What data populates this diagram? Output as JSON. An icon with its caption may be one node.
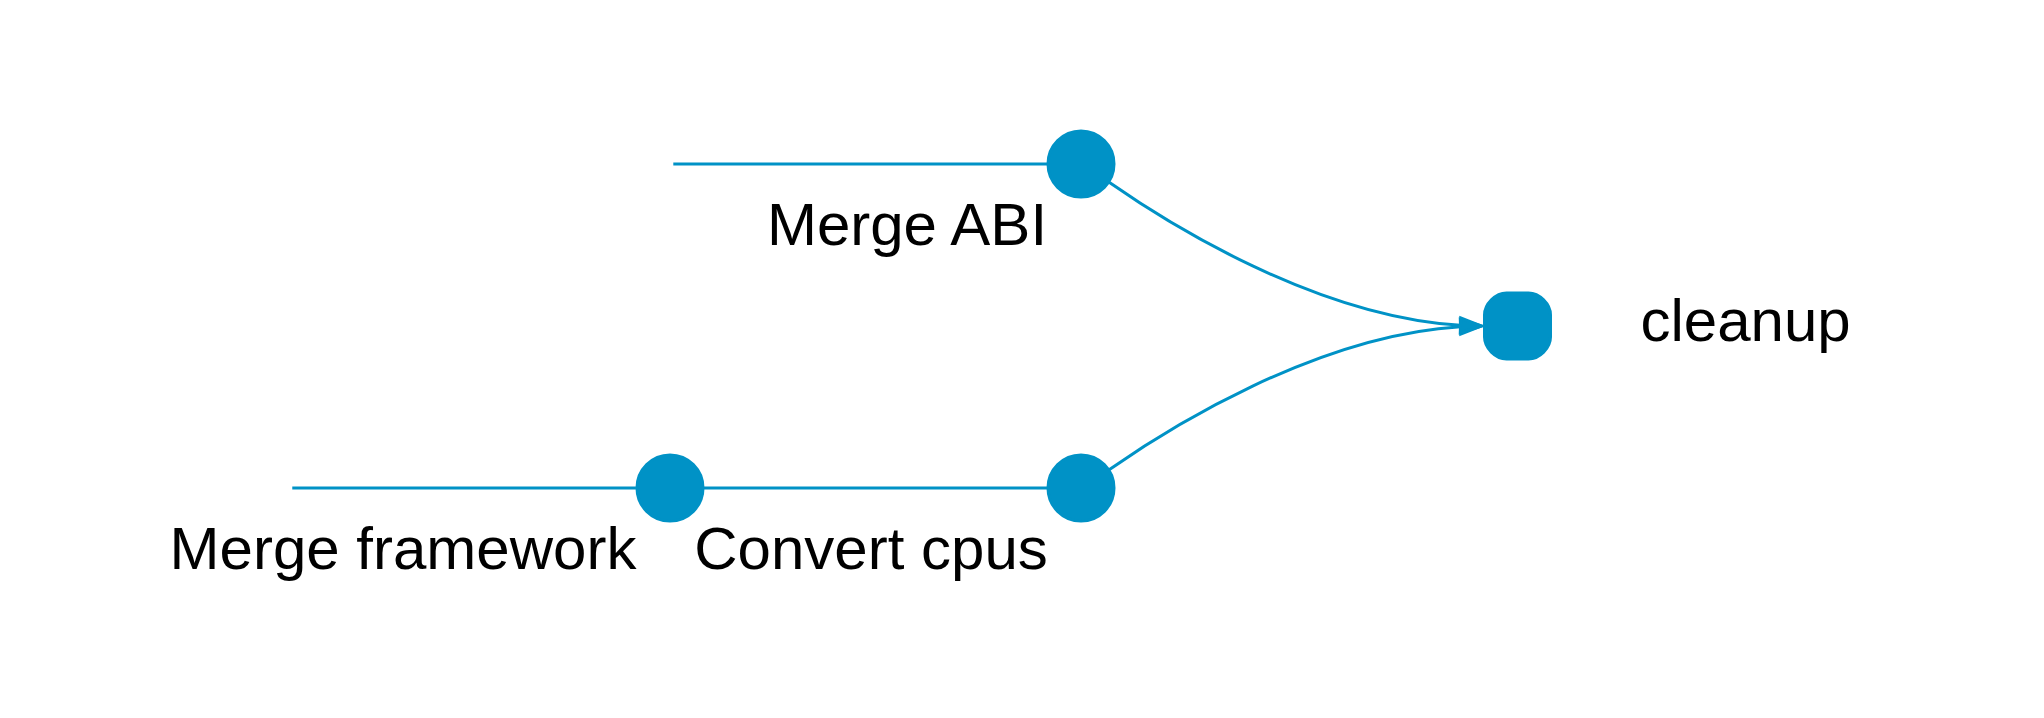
{
  "diagram": {
    "nodes": [
      {
        "text": [],
        "shape": "circle",
        "beside": [
          "Merge framework"
        ]
      },
      {
        "text": [],
        "shape": "circle",
        "beside": [
          "Convert cpus"
        ]
      },
      {
        "text": [],
        "shape": "circle",
        "beside": [
          "cleanup"
        ]
      },
      {
        "text": [],
        "shape": "circle",
        "beside": [
          "Merge ABI"
        ]
      }
    ],
    "edges": [
      {
        "from": null,
        "to": 0,
        "arrow": "none"
      },
      {
        "from": 0,
        "to": 1,
        "arrow": "none"
      },
      {
        "from": 1,
        "to": 2,
        "arrow": "to"
      },
      {
        "from": null,
        "to": 3,
        "arrow": "none"
      },
      {
        "from": 3,
        "to": 2,
        "arrow": "to"
      }
    ]
  }
}
